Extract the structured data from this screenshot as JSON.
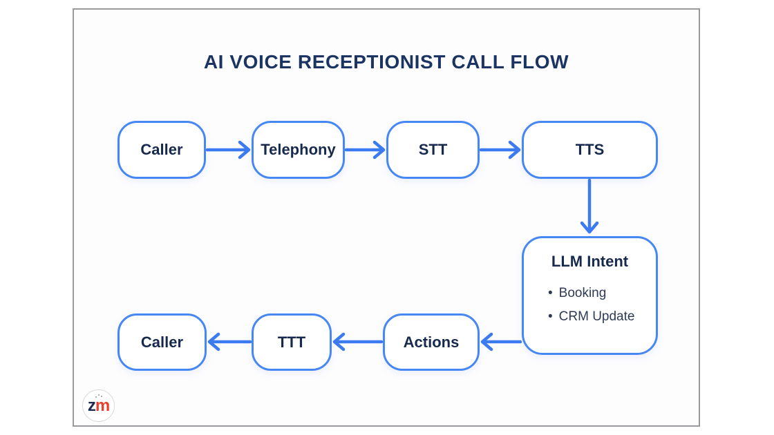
{
  "title": "AI VOICE RECEPTIONIST CALL FLOW",
  "nodes": {
    "caller_top": {
      "label": "Caller"
    },
    "telephony": {
      "label": "Telephony"
    },
    "stt": {
      "label": "STT"
    },
    "tts": {
      "label": "TTS"
    },
    "llm_intent": {
      "title": "LLM Intent",
      "bullet_char": "•",
      "bullets": [
        "Booking",
        "CRM Update"
      ]
    },
    "actions": {
      "label": "Actions"
    },
    "ttt": {
      "label": "TTT"
    },
    "caller_bottom": {
      "label": "Caller"
    }
  },
  "arrows": [
    {
      "from": "Caller",
      "to": "Telephony"
    },
    {
      "from": "Telephony",
      "to": "STT"
    },
    {
      "from": "STT",
      "to": "TTS"
    },
    {
      "from": "TTS",
      "to": "LLM Intent"
    },
    {
      "from": "LLM Intent",
      "to": "Actions"
    },
    {
      "from": "Actions",
      "to": "TTT"
    },
    {
      "from": "TTT",
      "to": "Caller"
    }
  ],
  "logo": {
    "z": "z",
    "m": "m"
  },
  "colors": {
    "accent_blue": "#3B7AF0",
    "node_border_blue": "#4687F4",
    "navy_text": "#172A4D",
    "title_navy": "#1C3461",
    "bullet_text": "#2E3A55",
    "card_border": "#97999D",
    "logo_z_navy": "#1D2B50",
    "logo_m_red": "#E8402C"
  }
}
